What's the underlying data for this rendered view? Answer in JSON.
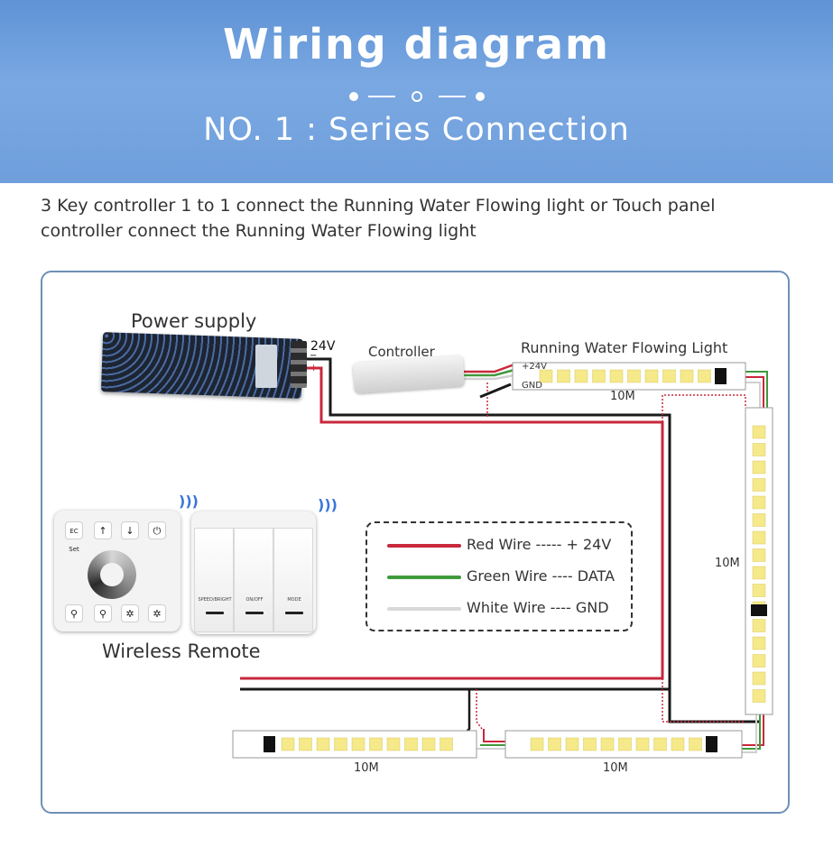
{
  "header": {
    "title": "Wiring diagram",
    "subtitle": "NO. 1 : Series Connection"
  },
  "intro": "3 Key controller 1 to 1 connect the Running Water Flowing light or Touch panel controller connect the Running Water Flowing light",
  "diagram": {
    "power_supply_label": "Power supply",
    "psu_voltage": "24V",
    "psu_plus": "+",
    "psu_minus": "−",
    "controller_label": "Controller",
    "strip_title": "Running Water Flowing Light",
    "strip_plus": "+24V",
    "strip_gnd": "GND",
    "strip_lengths": [
      "10M",
      "10M",
      "10M",
      "10M"
    ],
    "remote_label": "Wireless Remote",
    "remote_buttons": [
      "EC Set",
      "↑",
      "↓",
      "⏻",
      "⚲",
      "⚲",
      "✲",
      "✲"
    ],
    "switch_labels": [
      "SPEED/BRIGHT",
      "ON/OFF",
      "MODE"
    ]
  },
  "legend": {
    "items": [
      {
        "label": "Red Wire ----- + 24V",
        "color": "#c8283c"
      },
      {
        "label": "Green Wire ---- DATA",
        "color": "#3f9a3c"
      },
      {
        "label": "White Wire ---- GND",
        "color": "#d8d8d8"
      }
    ]
  },
  "colors": {
    "header_bg": "#6f9fdc",
    "frame_border": "#6e8fb6",
    "red_wire": "#c8283c",
    "black_wire": "#1a1a1a",
    "green_wire": "#3f9a3c",
    "led": "#f5e98a"
  }
}
